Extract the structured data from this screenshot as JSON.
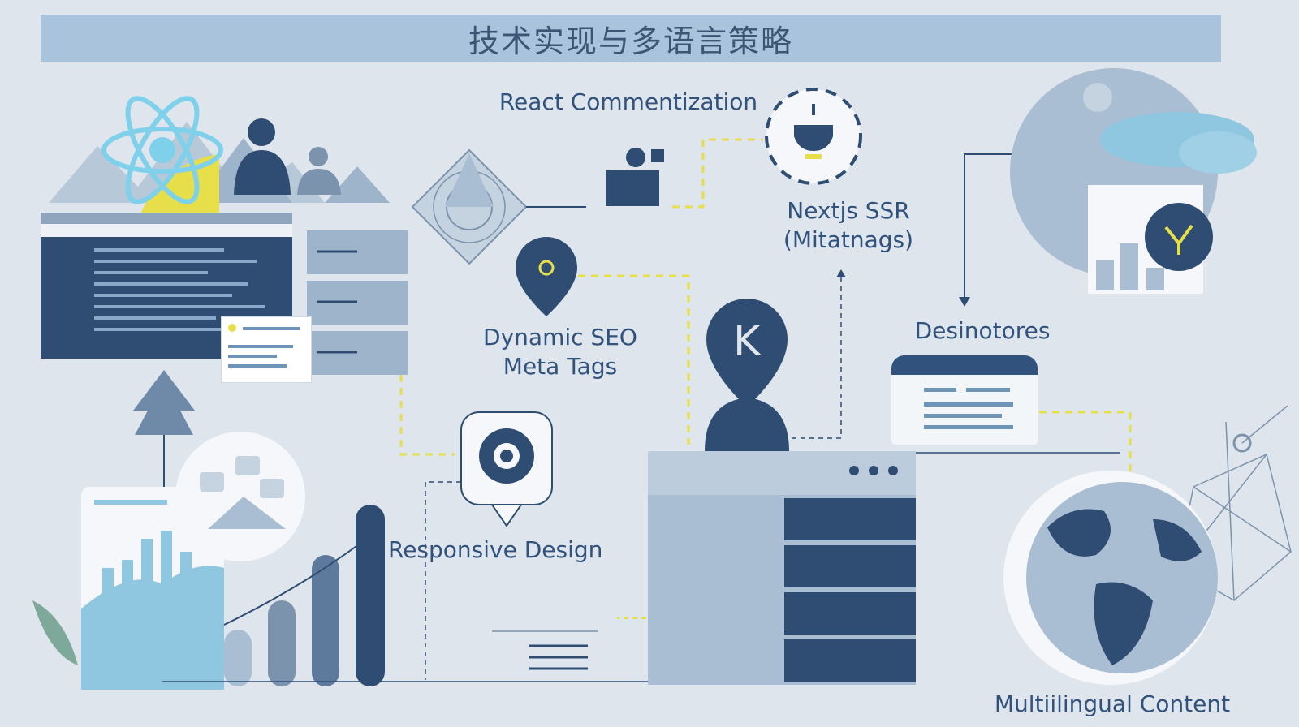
{
  "title": "技术实现与多语言策略",
  "labels": {
    "react": "React Commentization",
    "next_line1": "Nextjs SSR",
    "next_line2": "(Mitatnags)",
    "seo_line1": "Dynamic SEO",
    "seo_line2": "Meta Tags",
    "responsive": "Responsive Design",
    "desinotores": "Desinotores",
    "multilingual": "Multiilingual Content",
    "k_letter": "K"
  },
  "colors": {
    "background": "#dfe5ec",
    "banner": "#a9c3dc",
    "navy": "#2f4d72",
    "text": "#31527c",
    "accent_yellow": "#e6df4a",
    "light_blue": "#8fc7e0"
  },
  "icons": [
    "react-logo-icon",
    "person-icon",
    "camera-icon",
    "lightbulb-icon",
    "map-pin-icon",
    "globe-icon",
    "server-icon",
    "bar-chart-icon",
    "monitor-icon",
    "network-icon"
  ]
}
